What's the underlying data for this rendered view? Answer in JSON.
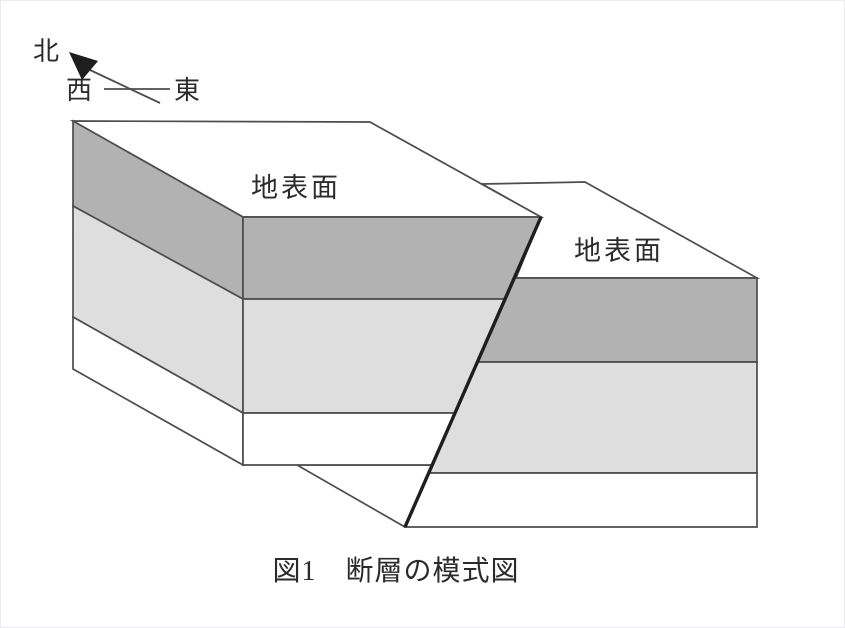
{
  "figure": {
    "type": "geology-fault-block-diagram",
    "caption": "図1　断層の模式図"
  },
  "compass": {
    "north_label": "北",
    "west_label": "西",
    "east_label": "東"
  },
  "blocks": {
    "left_block_surface_label": "地表面",
    "right_block_surface_label": "地表面",
    "layers_per_block": 3,
    "layer_order_top_to_bottom": [
      "dark-gray",
      "light-gray",
      "white"
    ]
  },
  "colors": {
    "layer_dark": "#b2b2b2",
    "layer_light": "#dedede",
    "layer_white": "#ffffff",
    "face_white": "#ffffff",
    "outline": "#4d4d4d",
    "fault_line": "#1e1e1e",
    "text": "#2b2b2b",
    "background": "#ffffff"
  }
}
